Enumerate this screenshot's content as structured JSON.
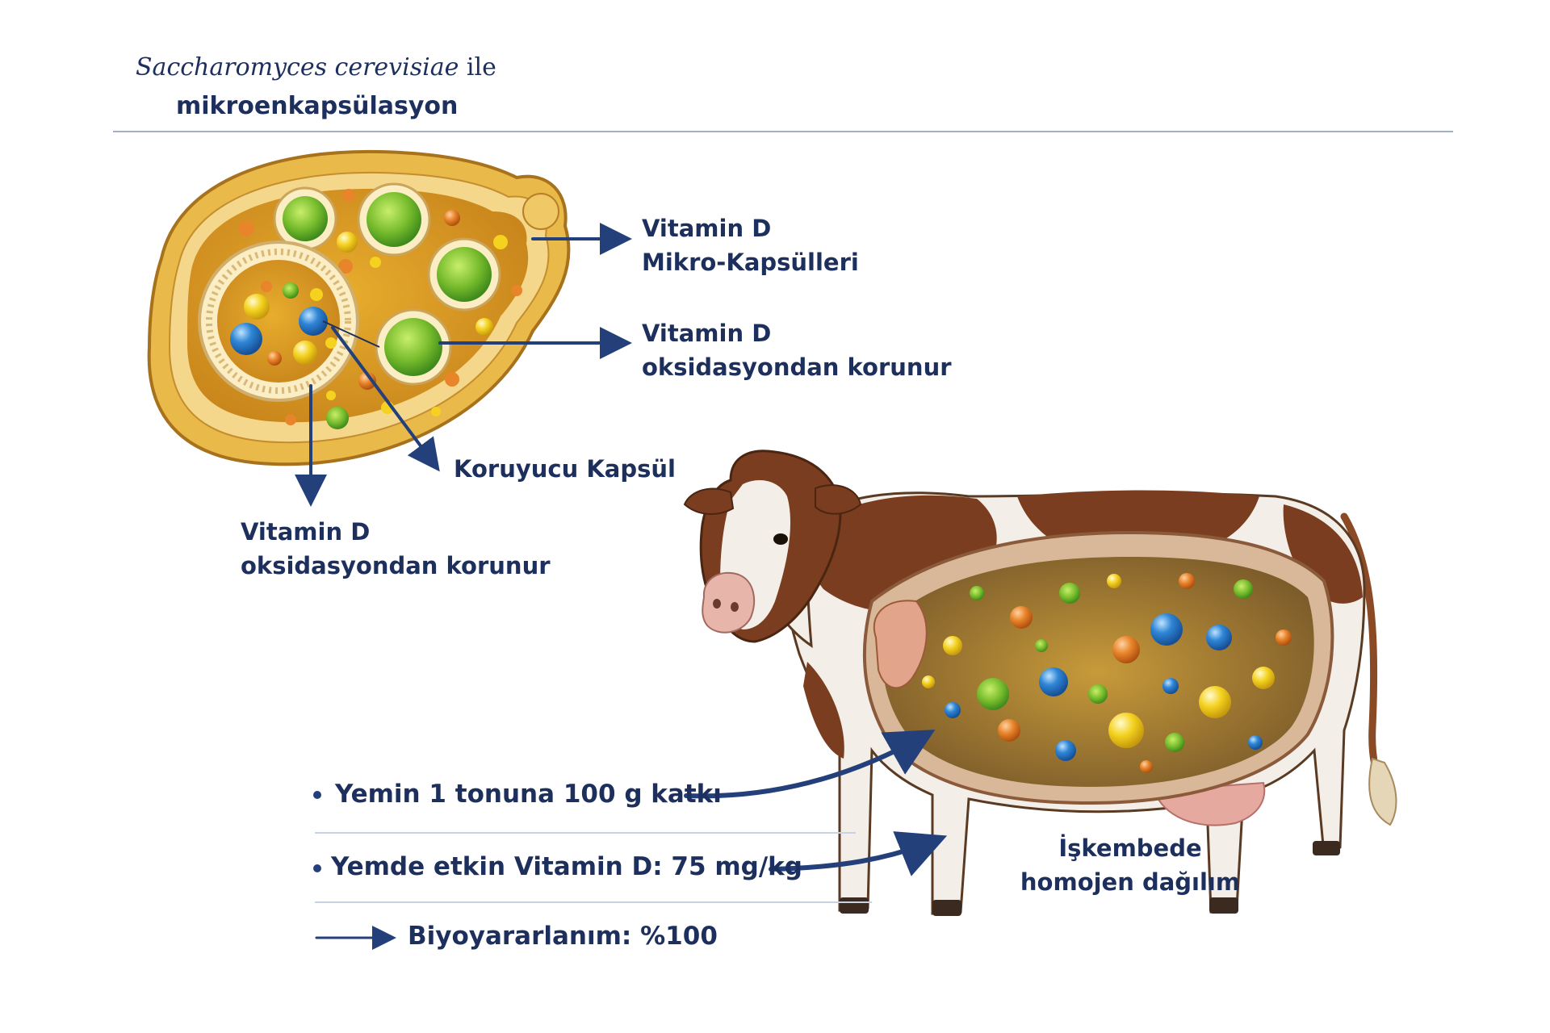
{
  "title": {
    "scientific_name": "Saccharomyces cerevisiae",
    "connector": "ile",
    "line2": "mikroenkapsülasyon"
  },
  "yeast_labels": {
    "microcapsules": {
      "line1": "Vitamin D",
      "line2": "Mikro-Kapsülleri"
    },
    "protected_right": {
      "line1": "Vitamin D",
      "line2": "oksidasyondan korunur"
    },
    "protective_capsule": "Koruyucu Kapsül",
    "protected_left": {
      "line1": "Vitamin D",
      "line2": "oksidasyondan korunur"
    }
  },
  "facts": [
    {
      "bullet": "•",
      "text": "Yemin 1 tonuna 100 g katkı"
    },
    {
      "bullet": "•",
      "text": "Yemde etkin Vitamin D: 75 mg/kg"
    },
    {
      "bullet": "arrow",
      "text": "Biyoyararlanım: %100"
    }
  ],
  "rumen_label": {
    "line1": "İşkembede",
    "line2": "homojen dağılım"
  },
  "colors": {
    "text_navy": "#1d2f5c",
    "arrow_navy": "#24407a",
    "rule": "#9fb0c8",
    "cell_wall": "#e9b94a",
    "cytoplasm": "#d99a24",
    "capsule_green": "#7cc23a",
    "bead_blue": "#2f86d6",
    "bead_yellow": "#f4d21f",
    "bead_orange": "#e8842a",
    "cow_brown": "#7a3d1f",
    "cow_white": "#f3efe8"
  },
  "icons": [
    "yeast-cell-illustration",
    "cow-illustration",
    "rumen-cutaway",
    "arrow-icon"
  ]
}
